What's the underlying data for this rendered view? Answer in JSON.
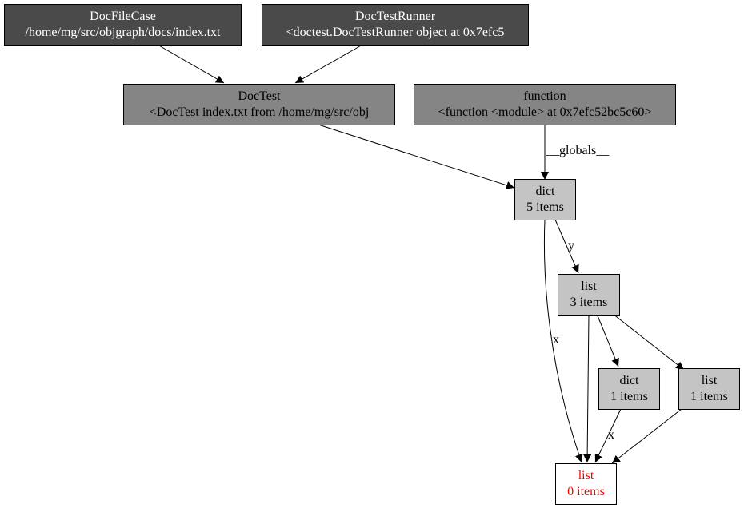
{
  "nodes": {
    "docfilecase": {
      "title": "DocFileCase",
      "detail": "/home/mg/src/objgraph/docs/index.txt"
    },
    "doctestrunner": {
      "title": "DocTestRunner",
      "detail": "<doctest.DocTestRunner object at 0x7efc5"
    },
    "doctest": {
      "title": "DocTest",
      "detail": "<DocTest index.txt from /home/mg/src/obj"
    },
    "function": {
      "title": "function",
      "detail": "<function <module> at 0x7efc52bc5c60>"
    },
    "dict5": {
      "title": "dict",
      "detail": "5 items"
    },
    "list3": {
      "title": "list",
      "detail": "3 items"
    },
    "dict1": {
      "title": "dict",
      "detail": "1 items"
    },
    "list1": {
      "title": "list",
      "detail": "1 items"
    },
    "list0": {
      "title": "list",
      "detail": "0 items"
    }
  },
  "edge_labels": {
    "globals": "__globals__",
    "y": "y",
    "x_long": "x",
    "x_short": "x"
  },
  "colors": {
    "dark_fill": "#4a4a4a",
    "mid_fill": "#858585",
    "light_fill": "#c4c4c4",
    "target_text": "#ff0000"
  }
}
